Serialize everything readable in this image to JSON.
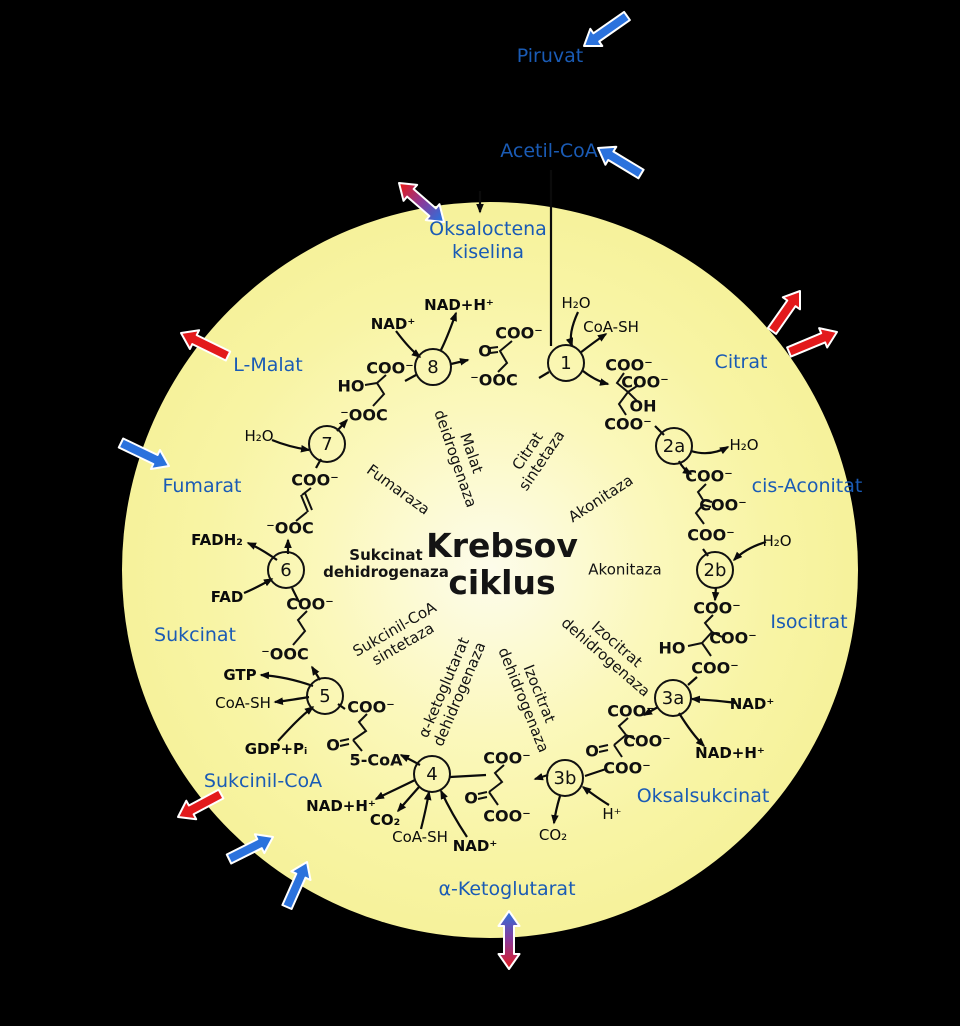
{
  "title": {
    "line1": "Krebsov",
    "line2": "ciklus"
  },
  "metabolites": [
    {
      "id": "piruvat",
      "label": "Piruvat"
    },
    {
      "id": "acetil_coa",
      "label": "Acetil-CoA"
    },
    {
      "id": "oksaloctena",
      "label": "Oksaloctena",
      "label2": "kiselina"
    },
    {
      "id": "citrat",
      "label": "Citrat"
    },
    {
      "id": "cis_aconitat",
      "label": "cis-Aconitat"
    },
    {
      "id": "isocitrat",
      "label": "Isocitrat"
    },
    {
      "id": "oksalsukcinat",
      "label": "Oksalsukcinat"
    },
    {
      "id": "alfa_ketoglutarat",
      "label": "α-Ketoglutarat"
    },
    {
      "id": "sukcinil_coa",
      "label": "Sukcinil-CoA"
    },
    {
      "id": "sukcinat",
      "label": "Sukcinat"
    },
    {
      "id": "fumarat",
      "label": "Fumarat"
    },
    {
      "id": "l_malat",
      "label": "L-Malat"
    }
  ],
  "steps": [
    {
      "id": "s1",
      "label": "1"
    },
    {
      "id": "s2a",
      "label": "2a"
    },
    {
      "id": "s2b",
      "label": "2b"
    },
    {
      "id": "s3a",
      "label": "3a"
    },
    {
      "id": "s3b",
      "label": "3b"
    },
    {
      "id": "s4",
      "label": "4"
    },
    {
      "id": "s5",
      "label": "5"
    },
    {
      "id": "s6",
      "label": "6"
    },
    {
      "id": "s7",
      "label": "7"
    },
    {
      "id": "s8",
      "label": "8"
    }
  ],
  "enzymes": [
    {
      "id": "citrat_sintetaza",
      "line1": "Citrat",
      "line2": "sintetaza"
    },
    {
      "id": "akonitaza_a",
      "line1": "Akonitaza"
    },
    {
      "id": "akonitaza_b",
      "line1": "Akonitaza"
    },
    {
      "id": "izocitrat_dh_a",
      "line1": "Izocitrat",
      "line2": "dehidrogenaza"
    },
    {
      "id": "izocitrat_dh_b",
      "line1": "Izocitrat",
      "line2": "dehidrogenaza"
    },
    {
      "id": "akg_dh",
      "line1": "α-ketoglutarat",
      "line2": "dehidrogenaza"
    },
    {
      "id": "sukcinil_coa_sintetaza",
      "line1": "Sukcinil-CoA",
      "line2": "sintetaza"
    },
    {
      "id": "sukcinat_dh",
      "line1": "Sukcinat",
      "line2": "dehidrogenaza"
    },
    {
      "id": "fumaraza",
      "line1": "Fumaraza"
    },
    {
      "id": "malat_dh",
      "line1": "Malat",
      "line2": "deidrogenaza"
    }
  ],
  "cofactors": [
    {
      "id": "s1_h2o",
      "label": "H₂O"
    },
    {
      "id": "s1_coash",
      "label": "CoA-SH"
    },
    {
      "id": "s2a_h2o",
      "label": "H₂O"
    },
    {
      "id": "s2b_h2o",
      "label": "H₂O"
    },
    {
      "id": "s3a_nad",
      "label": "NAD⁺",
      "bold": true
    },
    {
      "id": "s3a_nadh",
      "label": "NAD+H⁺",
      "bold": true
    },
    {
      "id": "s3b_h",
      "label": "H⁺"
    },
    {
      "id": "s3b_co2",
      "label": "CO₂"
    },
    {
      "id": "s4_nadh",
      "label": "NAD+H⁺",
      "bold": true
    },
    {
      "id": "s4_co2",
      "label": "CO₂",
      "bold": true
    },
    {
      "id": "s4_coash",
      "label": "CoA-SH"
    },
    {
      "id": "s4_nad",
      "label": "NAD⁺",
      "bold": true
    },
    {
      "id": "s5_gtp",
      "label": "GTP",
      "bold": true
    },
    {
      "id": "s5_coash",
      "label": "CoA-SH"
    },
    {
      "id": "s5_gdp",
      "label": "GDP+Pᵢ",
      "bold": true
    },
    {
      "id": "s6_fadh2",
      "label": "FADH₂",
      "bold": true
    },
    {
      "id": "s6_fad",
      "label": "FAD",
      "bold": true
    },
    {
      "id": "s7_h2o",
      "label": "H₂O"
    },
    {
      "id": "s8_nad",
      "label": "NAD⁺",
      "bold": true
    },
    {
      "id": "s8_nadh",
      "label": "NAD+H⁺",
      "bold": true
    }
  ],
  "molecule_labels": [
    {
      "id": "oaa_coo1",
      "label": "COO⁻"
    },
    {
      "id": "oaa_o",
      "label": "O"
    },
    {
      "id": "oaa_ooc",
      "label": "⁻OOC"
    },
    {
      "id": "cit_coo1",
      "label": "COO⁻"
    },
    {
      "id": "cit_coo2",
      "label": "COO⁻"
    },
    {
      "id": "cit_oh",
      "label": "OH"
    },
    {
      "id": "cit_coo3",
      "label": "COO⁻"
    },
    {
      "id": "aco_coo1",
      "label": "COO⁻"
    },
    {
      "id": "aco_coo2",
      "label": "COO⁻"
    },
    {
      "id": "aco_coo3",
      "label": "COO⁻"
    },
    {
      "id": "iso_coo1",
      "label": "COO⁻"
    },
    {
      "id": "iso_coo2",
      "label": "COO⁻"
    },
    {
      "id": "iso_ho",
      "label": "HO"
    },
    {
      "id": "iso_coo3",
      "label": "COO⁻"
    },
    {
      "id": "oxs_coo1",
      "label": "COO⁻"
    },
    {
      "id": "oxs_coo2",
      "label": "COO⁻"
    },
    {
      "id": "oxs_o",
      "label": "O"
    },
    {
      "id": "oxs_coo3",
      "label": "COO⁻"
    },
    {
      "id": "akg_coo1",
      "label": "COO⁻"
    },
    {
      "id": "akg_o",
      "label": "O"
    },
    {
      "id": "akg_coo2",
      "label": "COO⁻"
    },
    {
      "id": "scoa_coo1",
      "label": "COO⁻"
    },
    {
      "id": "scoa_o",
      "label": "O"
    },
    {
      "id": "scoa_bond",
      "label": "5-CoA"
    },
    {
      "id": "suc_coo1",
      "label": "COO⁻"
    },
    {
      "id": "suc_ooc",
      "label": "⁻OOC"
    },
    {
      "id": "fum_coo1",
      "label": "COO⁻"
    },
    {
      "id": "fum_ooc",
      "label": "⁻OOC"
    },
    {
      "id": "mal_coo1",
      "label": "COO⁻"
    },
    {
      "id": "mal_ho",
      "label": "HO"
    },
    {
      "id": "mal_ooc",
      "label": "⁻OOC"
    }
  ],
  "colors": {
    "background": "#000000",
    "cycle_fill": "#f8f49e",
    "cycle_center": "#fdfceb",
    "metabolite_blue": "#1a5bb5",
    "arrow_blue": "#2b72dd",
    "arrow_red": "#e31a1c",
    "ink": "#0b0b0b"
  }
}
